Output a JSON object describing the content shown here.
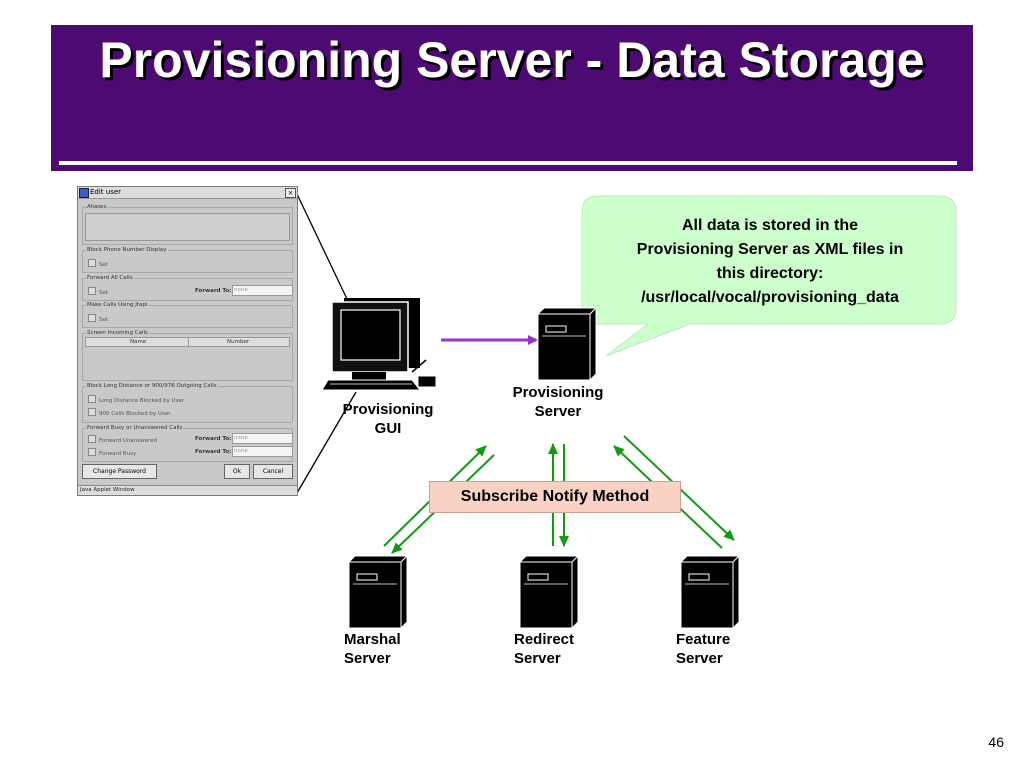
{
  "slide": {
    "title": "Provisioning Server - Data Storage",
    "page_number": "46"
  },
  "applet": {
    "window_title": "Edit user",
    "groups": {
      "aliases": "Aliases",
      "block_display": "Block Phone Number Display",
      "forward_all": "Forward All Calls",
      "jtapi": "Make Calls Using Jtapi",
      "screen_incoming": "Screen Incoming Calls",
      "block_long_distance": "Block Long Distance or 900/976 Outgoing Calls",
      "forward_busy": "Forward Busy or Unanswered Calls"
    },
    "set_label": "Set",
    "forward_to_label": "Forward To:",
    "forward_value": "none",
    "table_headers": [
      "Name",
      "Number"
    ],
    "long_distance_blocked": "Long Distance Blocked by User",
    "calls_900_blocked": "900 Calls Blocked by User",
    "forward_unanswered": "Forward Unanswered",
    "forward_busy": "Forward Busy",
    "change_password_button": "Change Password",
    "ok_button": "Ok",
    "cancel_button": "Cancel",
    "status_bar": "Java Applet Window"
  },
  "diagram": {
    "gui_label": [
      "Provisioning",
      "GUI"
    ],
    "prov_server_label": [
      "Provisioning",
      "Server"
    ],
    "callout_lines": [
      "All data is stored in the",
      "Provisioning Server as XML files in",
      "this directory:",
      "/usr/local/vocal/provisioning_data"
    ],
    "method_label": "Subscribe Notify Method",
    "marshal_label": [
      "Marshal",
      "Server"
    ],
    "redirect_label": [
      "Redirect",
      "Server"
    ],
    "feature_label": [
      "Feature",
      "Server"
    ]
  },
  "colors": {
    "title_bg": "#4e0a73",
    "callout_bg": "#ccffcc",
    "method_bg": "#f9d2c4",
    "purple_arrow": "#9933cc",
    "green_arrow": "#129a12"
  },
  "icons": {
    "computer": "desktop-computer-icon",
    "server": "server-tower-icon"
  }
}
